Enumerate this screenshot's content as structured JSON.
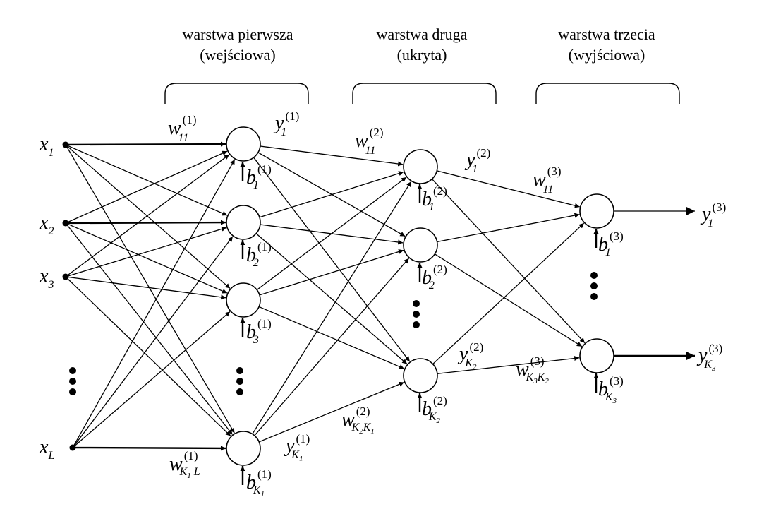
{
  "layers": [
    {
      "title": "warstwa pierwsza",
      "subtitle": "(wejściowa)"
    },
    {
      "title": "warstwa druga",
      "subtitle": "(ukryta)"
    },
    {
      "title": "warstwa trzecia",
      "subtitle": "(wyjściowa)"
    }
  ],
  "inputs": [
    {
      "base": "x",
      "sub": "1"
    },
    {
      "base": "x",
      "sub": "2"
    },
    {
      "base": "x",
      "sub": "3"
    },
    {
      "base": "x",
      "sub": "L"
    }
  ],
  "labels": {
    "w11_1": {
      "base": "w",
      "sup": "(1)",
      "sub": "11"
    },
    "wK1L_1": {
      "base": "w",
      "sup": "(1)",
      "sub": "K",
      "sub2": "1",
      "sub_tail": " L"
    },
    "y1_1": {
      "base": "y",
      "sup": "(1)",
      "sub": "1"
    },
    "yK1_1": {
      "base": "y",
      "sup": "(1)",
      "sub": "K",
      "sub2": "1"
    },
    "w11_2": {
      "base": "w",
      "sup": "(2)",
      "sub": "11"
    },
    "wK2K1_2": {
      "base": "w",
      "sup": "(2)",
      "sub": "K",
      "sub2": "2",
      "sub_mid": "K",
      "sub2b": "1"
    },
    "y1_2": {
      "base": "y",
      "sup": "(2)",
      "sub": "1"
    },
    "yK2_2": {
      "base": "y",
      "sup": "(2)",
      "sub": "K",
      "sub2": "2"
    },
    "w11_3": {
      "base": "w",
      "sup": "(3)",
      "sub": "11"
    },
    "wK3K2_3": {
      "base": "w",
      "sup": "(3)",
      "sub": "K",
      "sub2": "3",
      "sub_mid": "K",
      "sub2b": "2"
    },
    "y1_3": {
      "base": "y",
      "sup": "(3)",
      "sub": "1"
    },
    "yK3_3": {
      "base": "y",
      "sup": "(3)",
      "sub": "K",
      "sub2": "3"
    }
  },
  "biases": {
    "b1_1": {
      "base": "b",
      "sup": "(1)",
      "sub": "1"
    },
    "b2_1": {
      "base": "b",
      "sup": "(1)",
      "sub": "2"
    },
    "b3_1": {
      "base": "b",
      "sup": "(1)",
      "sub": "3"
    },
    "bK1_1": {
      "base": "b",
      "sup": "(1)",
      "sub": "K",
      "sub2": "1"
    },
    "b1_2": {
      "base": "b",
      "sup": "(2)",
      "sub": "1"
    },
    "b2_2": {
      "base": "b",
      "sup": "(2)",
      "sub": "2"
    },
    "bK2_2": {
      "base": "b",
      "sup": "(2)",
      "sub": "K",
      "sub2": "2"
    },
    "b1_3": {
      "base": "b",
      "sup": "(3)",
      "sub": "1"
    },
    "bK3_3": {
      "base": "b",
      "sup": "(3)",
      "sub": "K",
      "sub2": "3"
    }
  }
}
